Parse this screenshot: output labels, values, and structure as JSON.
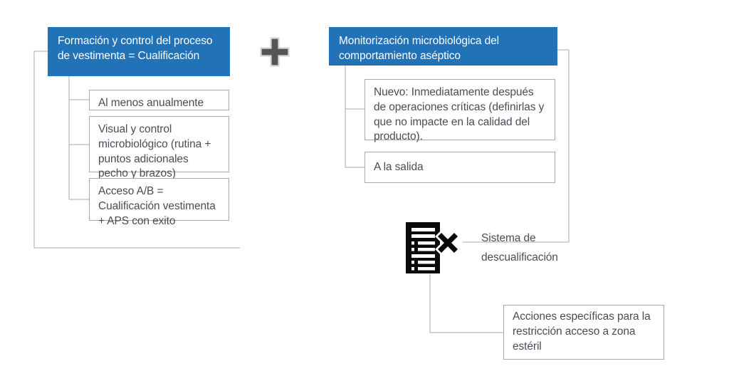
{
  "diagram": {
    "title_present": false,
    "colors": {
      "accent_blue": "#2272b8",
      "box_border": "#a8a9ad",
      "text_gray": "#4a4d57",
      "connector": "#a8a9ad",
      "plus_fill": "#555555",
      "icon_black": "#0a0a0a"
    },
    "left_branch": {
      "header": "Formación y control del proceso de vestimenta = Cualificación",
      "items": [
        {
          "text": "Al menos anualmente"
        },
        {
          "text": "Visual y control microbiológico (rutina + puntos adicionales pecho y brazos)"
        },
        {
          "text": "Acceso A/B = Cualificación vestimenta + APS con exito"
        }
      ]
    },
    "operator": {
      "symbol": "+",
      "name": "plus-operator"
    },
    "right_branch": {
      "header": "Monitorización  microbiológica del comportamiento aséptico",
      "items": [
        {
          "text": "Nuevo: Inmediatamente después de operaciones críticas (definirlas y que no impacte en la calidad del producto)."
        },
        {
          "text": "A la salida"
        }
      ]
    },
    "outcome": {
      "icon_name": "document-disqualify-icon",
      "label_line_1": "Sistema de",
      "label_line_2": "descualificación",
      "label_full": "Sistema de descualificación",
      "action": {
        "text": "Acciones específicas para la restricción acceso a zona estéril"
      }
    }
  }
}
